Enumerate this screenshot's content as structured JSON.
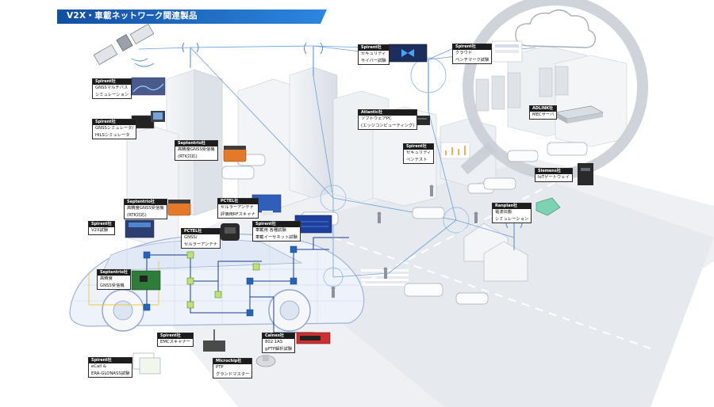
{
  "banner": {
    "title": "V2X・車載ネットワーク関連製品",
    "color": "#1e6fc9"
  },
  "products": [
    {
      "key": "gnss-multipath",
      "vendor": "Spirent社",
      "lines": [
        "GNSSマルチパス",
        "シミュレーション"
      ]
    },
    {
      "key": "gnss-sim-hil",
      "vendor": "Spirent社",
      "lines": [
        "GNSSシミュレータ/",
        "HILSシミュレータ"
      ]
    },
    {
      "key": "rtk-receiver",
      "vendor": "Septentrio社",
      "lines": [
        "高精度GNSS受信機",
        "(RTK対応)"
      ]
    },
    {
      "key": "rtk-receiver-2",
      "vendor": "Septentrio社",
      "lines": [
        "高精度GNSS受信機",
        "(RTK対応)"
      ]
    },
    {
      "key": "v2x-test",
      "vendor": "Spirent社",
      "lines": [
        "V2X試験"
      ]
    },
    {
      "key": "hp-gnss-receiver",
      "vendor": "Septentrio社",
      "lines": [
        "高精度",
        "GNSS受信機"
      ]
    },
    {
      "key": "ecall",
      "vendor": "Spirent社",
      "lines": [
        "eCall &",
        "ERA-GLONASS試験"
      ]
    },
    {
      "key": "gnss-cell-antenna",
      "vendor": "PCTEL社",
      "lines": [
        "GNSS/",
        "セルラーアンテナ"
      ]
    },
    {
      "key": "cell-antenna-scanner",
      "vendor": "PCTEL社",
      "lines": [
        "セルラーアンテナ",
        "評価用RFスキャナ"
      ]
    },
    {
      "key": "automotive-ethernet",
      "vendor": "Spirent社",
      "lines": [
        "車載用 各種試験",
        "車載イーサネット試験"
      ]
    },
    {
      "key": "emc-scanner",
      "vendor": "Spirent社",
      "lines": [
        "EMCスキャナー"
      ]
    },
    {
      "key": "ptp-grandmaster",
      "vendor": "Microchip社",
      "lines": [
        "PTP",
        "グランドマスター"
      ]
    },
    {
      "key": "gptp",
      "vendor": "Calnex社",
      "lines": [
        "802.1AS",
        "gPTP解析試験"
      ]
    },
    {
      "key": "security-cyber",
      "vendor": "Spirent社",
      "lines": [
        "セキュリティ",
        "サイバー試験"
      ]
    },
    {
      "key": "edge-pc",
      "vendor": "Atlantic社",
      "lines": [
        "ソフトウェアPC",
        "(エッジコンピューティング)"
      ]
    },
    {
      "key": "security-pentest",
      "vendor": "Spirent社",
      "lines": [
        "セキュリティ",
        "ペンテスト"
      ]
    },
    {
      "key": "cloud-bench",
      "vendor": "Spirent社",
      "lines": [
        "クラウド",
        "ベンチマーク試験"
      ]
    },
    {
      "key": "mec-server",
      "vendor": "ADLINK社",
      "lines": [
        "MECサーバ"
      ]
    },
    {
      "key": "iot-gateway",
      "vendor": "Siemens社",
      "lines": [
        "IoTゲートウェイ"
      ]
    },
    {
      "key": "propagation-sim",
      "vendor": "Ranplan社",
      "lines": [
        "電波伝搬",
        "シミュレーション"
      ]
    }
  ]
}
